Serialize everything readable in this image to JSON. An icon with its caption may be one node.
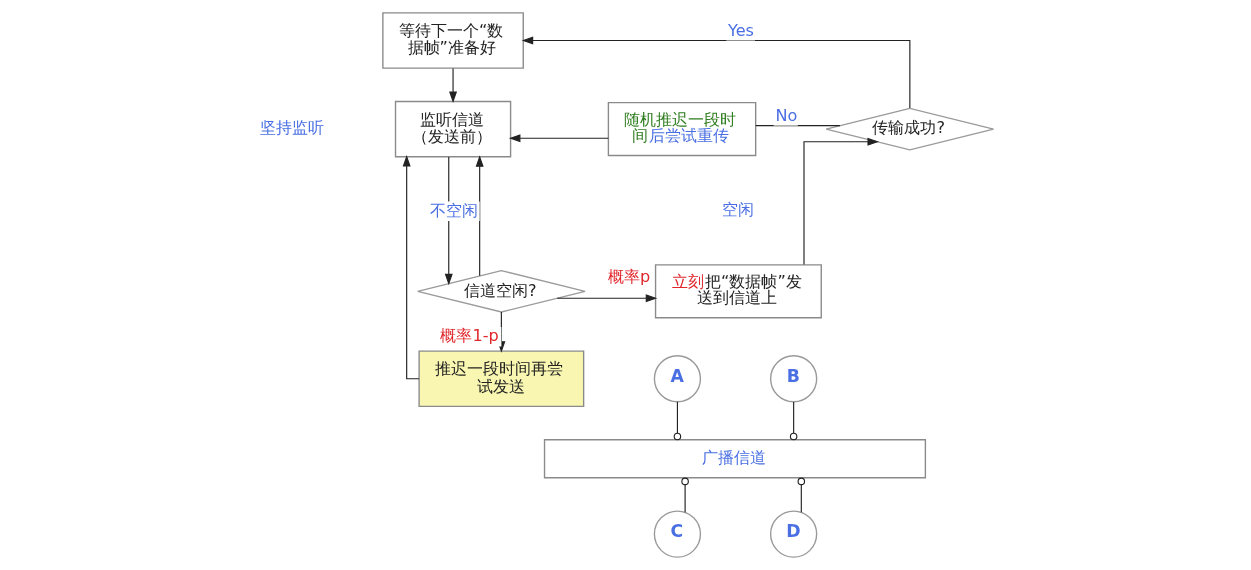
{
  "diagram": {
    "nodes": [
      {
        "text": [
          "等待下一个“数据帧”准备好"
        ]
      },
      {
        "text": [
          "监听信道（发送前）"
        ]
      },
      {
        "text": [
          "随机推迟一段时间后尝试重传"
        ]
      },
      {
        "text": [
          "传输成功?"
        ]
      },
      {
        "text": [
          "信道空闲?"
        ]
      },
      {
        "text": [
          "立刻把“数据帧”发送到信道上"
        ]
      },
      {
        "text": [
          "A"
        ]
      },
      {
        "text": [
          "B"
        ]
      },
      {
        "text": [
          "推迟一段时间再尝试发送"
        ]
      },
      {
        "text": [
          "广播信道"
        ]
      },
      {
        "text": [
          "C"
        ]
      },
      {
        "text": [
          "D"
        ]
      }
    ],
    "edges": [
      {
        "from": 0,
        "to": 1,
        "arrow": "to"
      },
      {
        "from": 1,
        "to": 4,
        "arrow": "to"
      },
      {
        "from": 4,
        "to": 1,
        "arrow": "to",
        "label": "不空闲"
      },
      {
        "from": 4,
        "to": 5,
        "arrow": "to",
        "label": "概率p"
      },
      {
        "from": 4,
        "to": 8,
        "arrow": "to",
        "label": "概率1-p"
      },
      {
        "from": 8,
        "to": 1,
        "arrow": "to"
      },
      {
        "from": 5,
        "to": 3,
        "arrow": "to"
      },
      {
        "from": 3,
        "to": 0,
        "arrow": "to",
        "label": "Yes"
      },
      {
        "from": 3,
        "to": 2,
        "arrow": "none",
        "label": "No"
      },
      {
        "from": 2,
        "to": 1,
        "arrow": "to"
      },
      {
        "from": 6,
        "to": 9,
        "arrow": "other"
      },
      {
        "from": 7,
        "to": 9,
        "arrow": "other"
      },
      {
        "from": 10,
        "to": 9,
        "arrow": "other"
      },
      {
        "from": 11,
        "to": 9,
        "arrow": "other"
      }
    ],
    "labels": [
      "坚持监听",
      "空闲"
    ]
  }
}
